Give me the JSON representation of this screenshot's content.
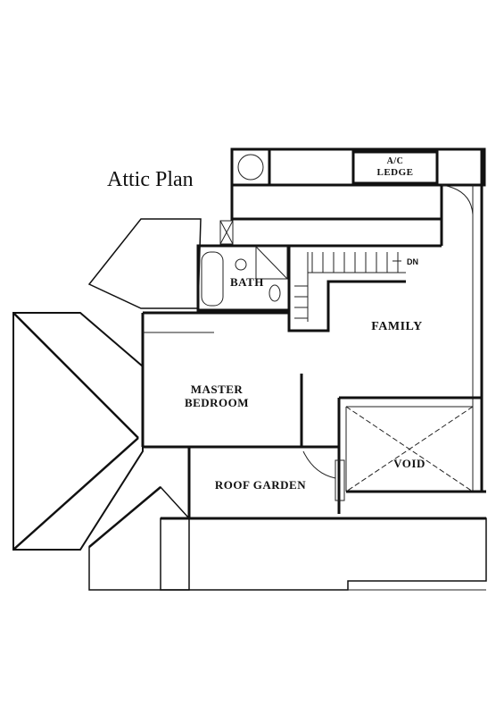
{
  "title": "Attic Plan",
  "rooms": {
    "ac_ledge_line1": "A/C",
    "ac_ledge_line2": "LEDGE",
    "bath": "BATH",
    "family": "FAMILY",
    "master_line1": "MASTER",
    "master_line2": "BEDROOM",
    "roof_garden": "ROOF GARDEN",
    "void": "VOID"
  },
  "stair_marker": "DN"
}
